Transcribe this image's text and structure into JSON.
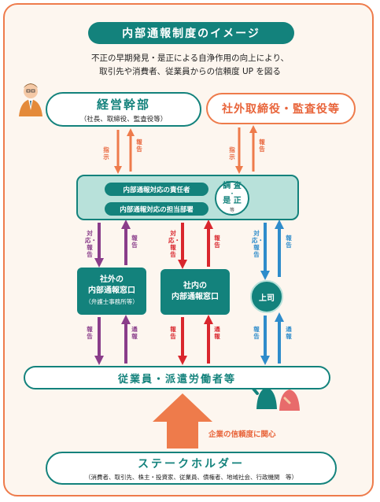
{
  "title": "内部通報制度のイメージ",
  "subtitle_lines": [
    "不正の早期発見・是正による自浄作用の向上により、",
    "取引先や消費者、従業員からの信頼度 UP を図る"
  ],
  "management": {
    "title": "経営幹部",
    "sub": "（社長、取締役、監査役等）"
  },
  "outside_directors": "社外取締役・監査役等",
  "responsible_person": "内部通報対応の責任者",
  "responsible_dept": "内部通報対応の担当部署",
  "investigate": {
    "l1": "調 査",
    "dot": "・",
    "l2": "是 正",
    "l3": "等"
  },
  "external_window": {
    "l1": "社外の",
    "l2": "内部通報窓口",
    "l3": "（弁護士事務所等）"
  },
  "internal_window": {
    "l1": "社内の",
    "l2": "内部通報窓口"
  },
  "boss": "上司",
  "employees": "従業員・派遣労働者等",
  "trust_label": "企業の信頼度に関心",
  "stakeholder": {
    "title": "ステークホルダー",
    "sub": "（消費者、取引先、株主・投資家、従業員、債権者、地域社会、行政機関　等）"
  },
  "labels": {
    "instruct": "指示",
    "report": "報告",
    "handle_report": "対応・報告",
    "notify": "通報"
  },
  "colors": {
    "teal": "#13827c",
    "orange": "#ee7b4b",
    "red": "#d9262d",
    "purple": "#8a3d8a",
    "blue": "#2e8ccb"
  }
}
